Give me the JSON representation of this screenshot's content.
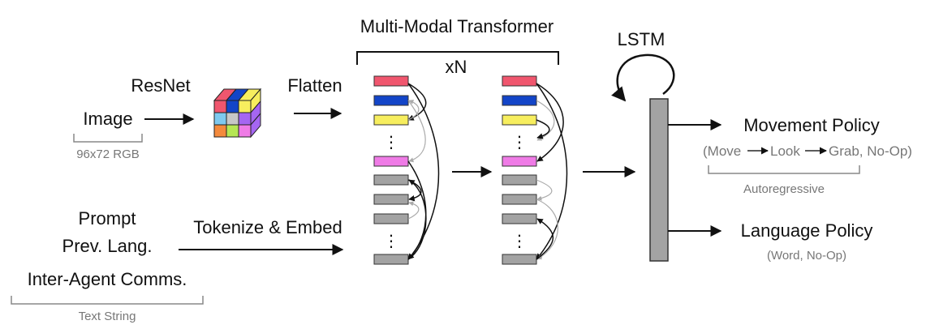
{
  "labels": {
    "transformer_title": "Multi-Modal Transformer",
    "repeat": "xN",
    "lstm": "LSTM",
    "resnet": "ResNet",
    "flatten": "Flatten",
    "image": "Image",
    "image_size": "96x72 RGB",
    "prompt": "Prompt",
    "prev_lang": "Prev. Lang.",
    "inter_agent": "Inter-Agent Comms.",
    "text_string": "Text String",
    "tokenize": "Tokenize & Embed",
    "movement_policy": "Movement Policy",
    "move": "(Move",
    "look": "Look",
    "grab": "Grab, No-Op)",
    "autoregressive": "Autoregressive",
    "language_policy": "Language Policy",
    "language_actions": "(Word, No-Op)",
    "ellipsis": "⋮"
  },
  "colors": {
    "red": "#f0566e",
    "blue": "#1345c8",
    "yellow": "#f7ee5e",
    "magenta": "#ef7be6",
    "gray": "#a3a3a3",
    "purple": "#a566f2",
    "cyan": "#7ec9ef",
    "orange": "#f48a3c",
    "green": "#b6e654",
    "lightgray": "#c7c7c7"
  },
  "token_columns": {
    "left": [
      "red",
      "blue",
      "yellow",
      "ellipsis",
      "magenta",
      "gray",
      "gray",
      "gray",
      "ellipsis",
      "gray"
    ],
    "right": [
      "red",
      "blue",
      "yellow",
      "ellipsis",
      "magenta",
      "gray",
      "gray",
      "gray",
      "ellipsis",
      "gray"
    ]
  }
}
